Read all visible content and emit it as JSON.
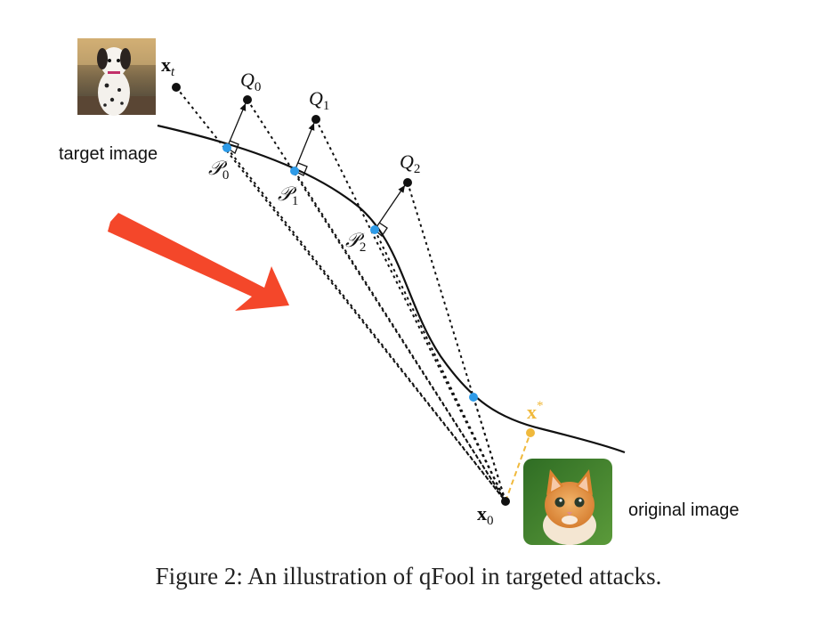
{
  "labels": {
    "target_image": "target image",
    "original_image": "original image",
    "x_t": {
      "main": "x",
      "sub": "t"
    },
    "x_0": {
      "main": "x",
      "sub": "0"
    },
    "x_star": {
      "main": "x",
      "sup": "*"
    },
    "Q0": {
      "main": "Q",
      "sub": "0"
    },
    "Q1": {
      "main": "Q",
      "sub": "1"
    },
    "Q2": {
      "main": "Q",
      "sub": "2"
    },
    "P0": {
      "main": "𝒫",
      "sub": "0"
    },
    "P1": {
      "main": "𝒫",
      "sub": "1"
    },
    "P2": {
      "main": "𝒫",
      "sub": "2"
    }
  },
  "caption": "Figure 2: An illustration of qFool in targeted attacks.",
  "images": {
    "target": "dalmatian-dog-photo",
    "original": "orange-kitten-photo"
  },
  "colors": {
    "boundary_point": "#2e9be8",
    "x_star": "#f0b93c",
    "arrow": "#f4472a",
    "ink": "#111111"
  }
}
